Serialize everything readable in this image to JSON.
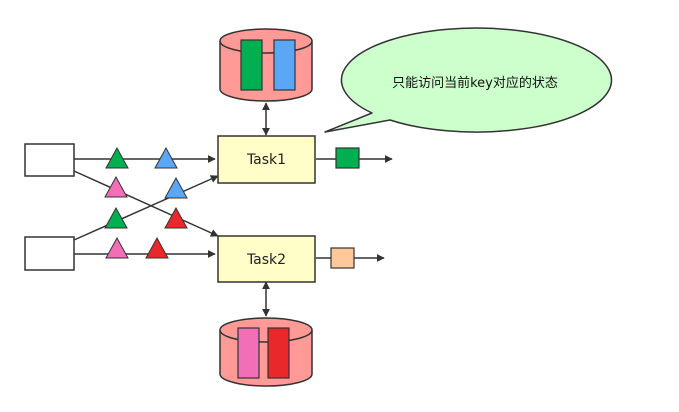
{
  "tasks": {
    "task1": {
      "label": "Task1"
    },
    "task2": {
      "label": "Task2"
    }
  },
  "callout": {
    "text": "只能访问当前key对应的状态"
  },
  "colors": {
    "green": "#00b050",
    "blue": "#5aa8f5",
    "pink": "#f26eb6",
    "red": "#e8282b",
    "orange": "#ffc89a",
    "task_fill": "#fffdc8",
    "db_fill": "#ff9a96",
    "callout_fill": "#ccffcc"
  },
  "icons": [
    "source-box",
    "triangle-marker",
    "database-cylinder",
    "output-square",
    "arrow"
  ]
}
